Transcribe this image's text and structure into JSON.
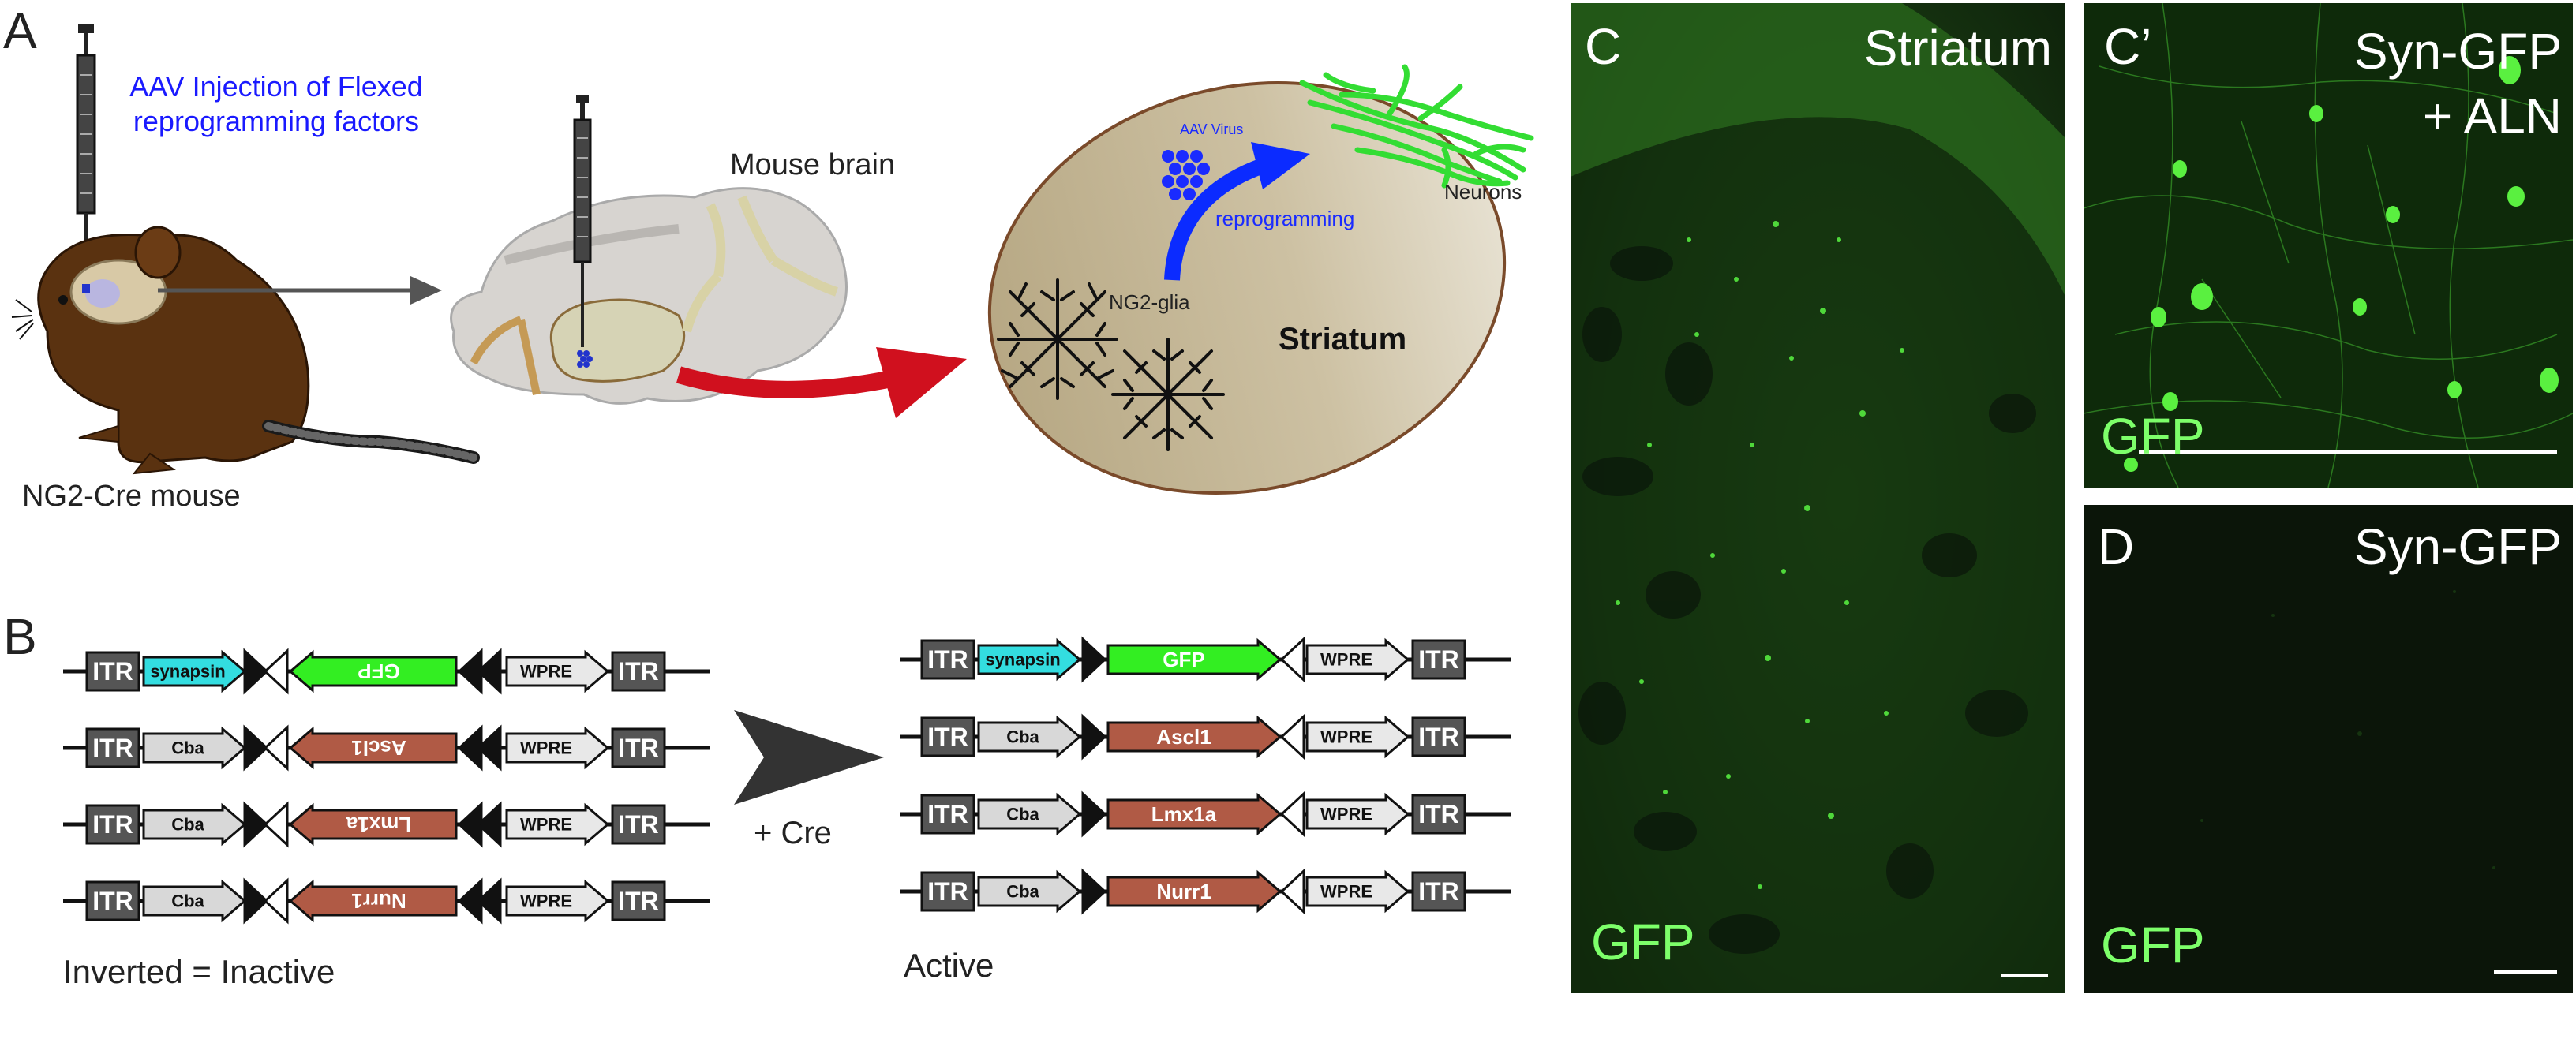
{
  "panel_a": {
    "label": "A",
    "injection_text_line1": "AAV Injection of Flexed",
    "injection_text_line2": "reprogramming factors",
    "mouse_label": "NG2-Cre mouse",
    "brain_label": "Mouse brain",
    "aav_virus_label": "AAV Virus",
    "reprogramming_label": "reprogramming",
    "neurons_label": "Neurons",
    "ng2_glia_label": "NG2-glia",
    "striatum_label": "Striatum"
  },
  "panel_b": {
    "label": "B",
    "inactive_caption": "Inverted = Inactive",
    "active_caption": "Active",
    "cre_label": "+ Cre",
    "itr": "ITR",
    "wpre": "WPRE",
    "constructs": [
      {
        "promoter": "synapsin",
        "gene": "GFP"
      },
      {
        "promoter": "Cba",
        "gene": "Ascl1"
      },
      {
        "promoter": "Cba",
        "gene": "Lmx1a"
      },
      {
        "promoter": "Cba",
        "gene": "Nurr1"
      }
    ]
  },
  "panel_c": {
    "label": "C",
    "title": "Striatum",
    "stain": "GFP"
  },
  "panel_c_prime": {
    "label": "C’",
    "title_line1": "Syn-GFP",
    "title_line2": "+ ALN",
    "stain": "GFP"
  },
  "panel_d": {
    "label": "D",
    "title": "Syn-GFP",
    "stain": "GFP"
  },
  "colors": {
    "injection_text": "#1a1aff",
    "gfp_green": "#33ee22",
    "tf_brown": "#b05a45",
    "synapsin_cyan": "#33dde0",
    "reprogram_arrow": "#0b2bff",
    "red_arrow": "#d0101e",
    "striatum_fill": "#c9bc9c",
    "mouse_brown": "#5a3210",
    "micro_text_green": "#7dff6a"
  }
}
